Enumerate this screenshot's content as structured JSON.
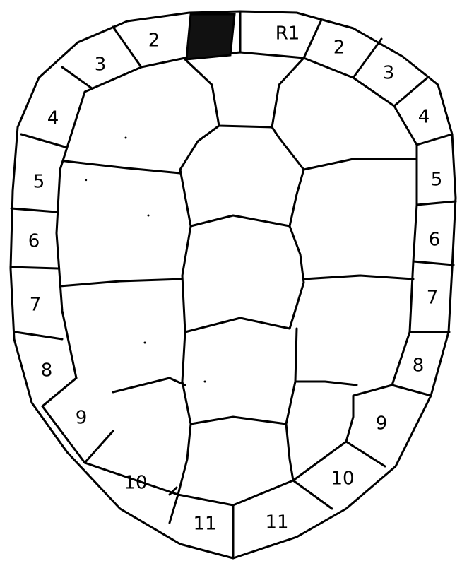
{
  "diagram": {
    "ink_color": "#000000",
    "background_color": "#ffffff",
    "marked_scute": "nuchal (blackened)",
    "marginal_labels": {
      "left": [
        "2",
        "3",
        "4",
        "5",
        "6",
        "7",
        "8",
        "9",
        "10",
        "11"
      ],
      "right": [
        "R1",
        "2",
        "3",
        "4",
        "5",
        "6",
        "7",
        "8",
        "9",
        "10",
        "11"
      ]
    }
  }
}
